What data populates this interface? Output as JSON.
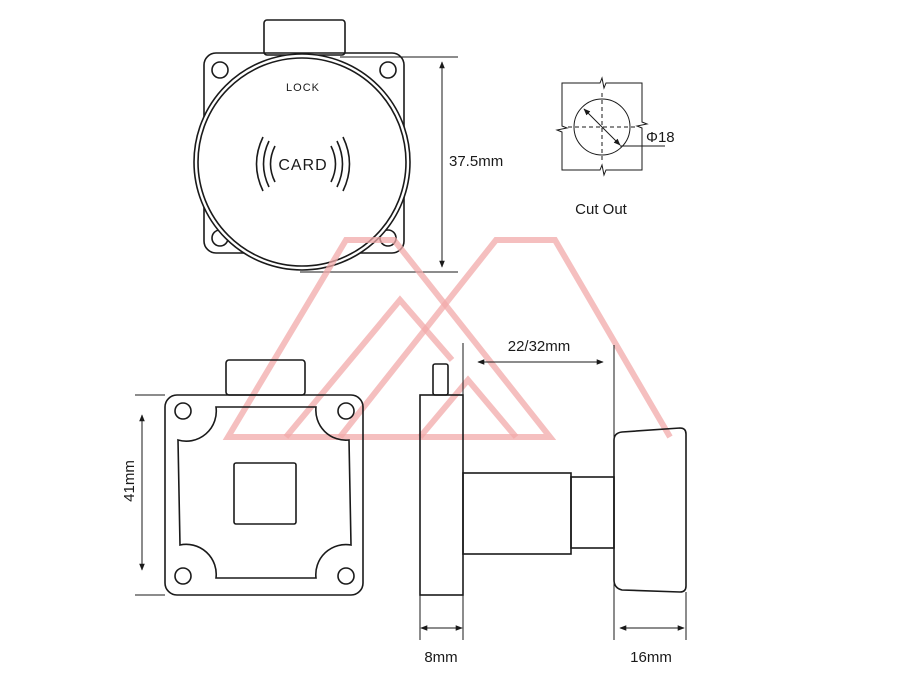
{
  "top_view": {
    "lock_label": "LOCK",
    "card_label": "CARD",
    "height_dimension": "37.5mm"
  },
  "cut_out": {
    "diameter_label": "Φ18",
    "caption": "Cut Out"
  },
  "front_view": {
    "height_dimension": "41mm"
  },
  "side_view": {
    "door_thickness_dimension": "22/32mm",
    "flange_dimension": "8mm",
    "knob_dimension": "16mm"
  },
  "colors": {
    "line": "#1a1a1a",
    "watermark": "#f2a9aa"
  }
}
